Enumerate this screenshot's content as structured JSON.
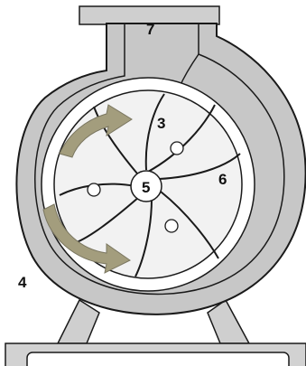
{
  "labels": {
    "outlet": "7",
    "impeller_vane": "3",
    "eye": "5",
    "blade_passage": "6",
    "casing": "4"
  },
  "colors": {
    "casing_fill": "#c7c7c7",
    "line": "#1a1a1a",
    "impeller_fill": "#f2f2f2",
    "arrow_fill": "#a39d7d"
  }
}
